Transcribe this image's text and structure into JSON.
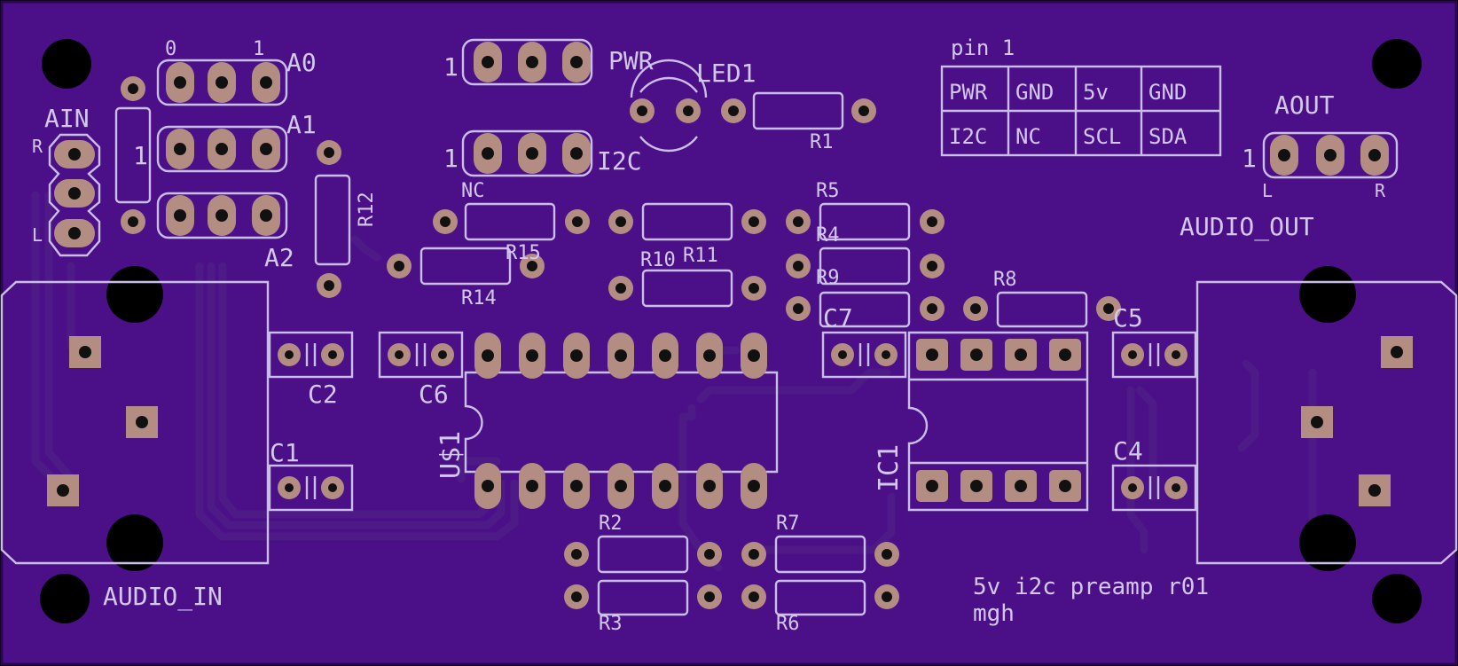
{
  "board": {
    "title_line1": "5v i2c preamp r01",
    "title_line2": "mgh",
    "colors": {
      "pcb": "#4b0f88",
      "silkscreen": "#d2c8ec",
      "pad": "#b38d82",
      "trace": "#4d1a86",
      "drill": "#111111"
    }
  },
  "headers": {
    "address_0": "0",
    "address_1": "1",
    "a0": "A0",
    "a1": "A1",
    "a2": "A2",
    "ain": "AIN",
    "ain_r": "R",
    "ain_l": "L",
    "pwr_pin1": "1",
    "pwr": "PWR",
    "i2c_pin1": "1",
    "i2c": "I2C",
    "aout": "AOUT",
    "aout_pin1": "1",
    "aout_l": "L",
    "aout_r": "R",
    "jumper_1": "1"
  },
  "pin_table": {
    "title": "pin  1",
    "rows": [
      [
        "PWR",
        "GND",
        "5v",
        "GND"
      ],
      [
        "I2C",
        "NC",
        "SCL",
        "SDA"
      ]
    ]
  },
  "parts": {
    "led1": "LED1",
    "r1": "R1",
    "r2": "R2",
    "r3": "R3",
    "r4": "R4",
    "r5": "R5",
    "r6": "R6",
    "r7": "R7",
    "r8": "R8",
    "r9": "R9",
    "r10": "R10",
    "r11": "R11",
    "r12": "R12",
    "r14": "R14",
    "r15": "R15",
    "nc": "NC",
    "c1": "C1",
    "c2": "C2",
    "c4": "C4",
    "c5": "C5",
    "c6": "C6",
    "c7": "C7",
    "us1": "U$1",
    "ic1": "IC1",
    "audio_in": "AUDIO_IN",
    "audio_out": "AUDIO_OUT"
  }
}
